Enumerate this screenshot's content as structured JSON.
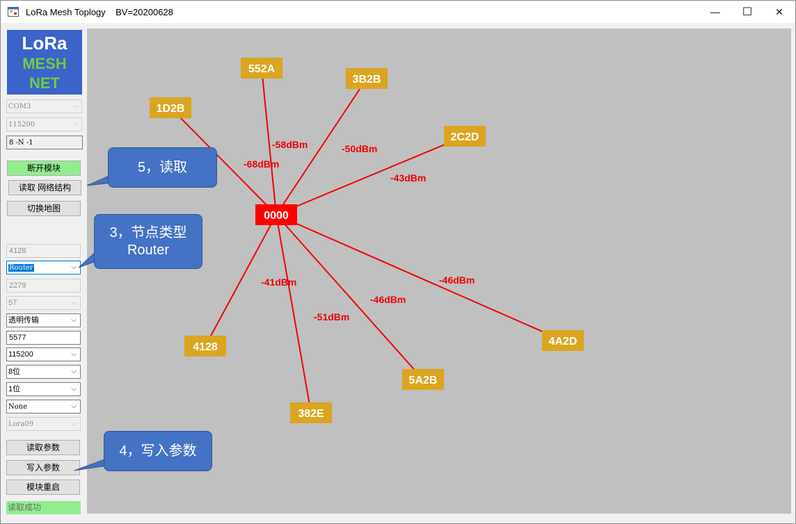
{
  "window": {
    "title": "LoRa Mesh Toplogy    BV=20200628",
    "minimize_glyph": "—",
    "maximize_glyph": "☐",
    "close_glyph": "✕"
  },
  "logo": {
    "line1": "LoRa",
    "line2": "MESH",
    "line3": "NET"
  },
  "serial": {
    "port": "COM3",
    "baud": "115200",
    "format": "8 -N -1"
  },
  "buttons": {
    "disconnect": "断开模块",
    "read_network": "读取 网络结构",
    "switch_map": "切换地图",
    "read_params": "读取参数",
    "write_params": "写入参数",
    "reboot": "模块重启"
  },
  "params": {
    "node_id": "4128",
    "node_type": "Router",
    "net_id": "2279",
    "channel": "57",
    "mode": "透明传输",
    "dest": "5577",
    "uart_baud": "115200",
    "data_bits": "8位",
    "stop_bits": "1位",
    "parity": "None",
    "model": "Lora09"
  },
  "status_text": "读取成功",
  "colors": {
    "canvas_bg": "#c0c0c0",
    "link": "#ee0000",
    "center_node": "#ff0000",
    "node": "#daa520",
    "callout": "#4472c4"
  },
  "topology": {
    "center": {
      "label": "0000"
    },
    "nodes": [
      {
        "label": "552A",
        "rssi": "-58dBm"
      },
      {
        "label": "3B2B",
        "rssi": "-50dBm"
      },
      {
        "label": "1D2B",
        "rssi": "-68dBm"
      },
      {
        "label": "2C2D",
        "rssi": "-43dBm"
      },
      {
        "label": "4A2D",
        "rssi": "-46dBm"
      },
      {
        "label": "5A2B",
        "rssi": "-46dBm"
      },
      {
        "label": "382E",
        "rssi": "-51dBm"
      },
      {
        "label": "4128",
        "rssi": "-41dBm"
      }
    ]
  },
  "callouts": {
    "read": "5，读取",
    "node_type_line1": "3，节点类型",
    "node_type_line2": "Router",
    "write": "4，写入参数"
  }
}
